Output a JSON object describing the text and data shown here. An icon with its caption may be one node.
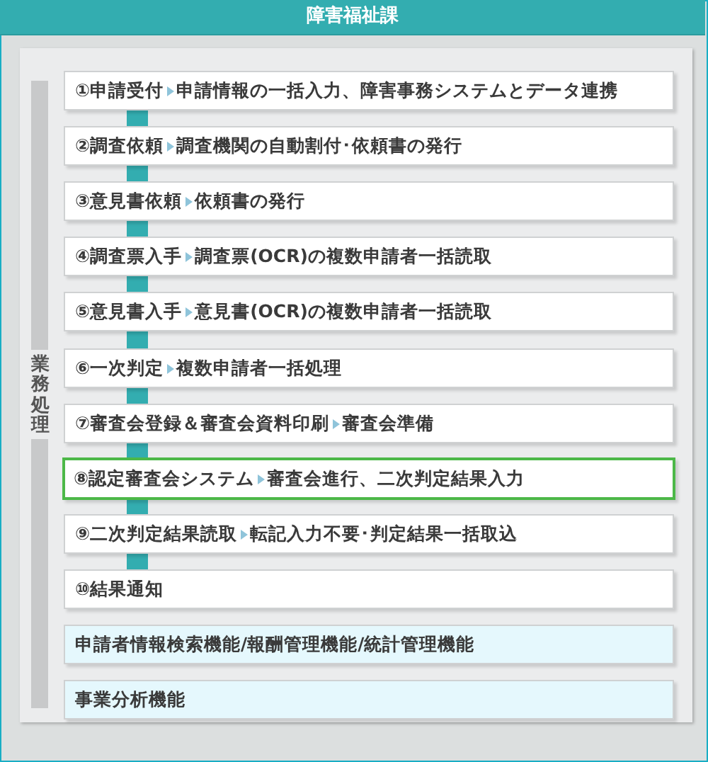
{
  "diagram": {
    "title": "障害福祉課",
    "nodes": [
      {
        "text": [
          "①申請受付",
          "申請情報の一括入力、障害事務システムとデータ連携"
        ]
      },
      {
        "text": [
          "②調査依頼",
          "調査機関の自動割付･依頼書の発行"
        ]
      },
      {
        "text": [
          "③意見書依頼",
          "依頼書の発行"
        ]
      },
      {
        "text": [
          "④調査票入手",
          "調査票(OCR)の複数申請者一括読取"
        ]
      },
      {
        "text": [
          "⑤意見書入手",
          "意見書(OCR)の複数申請者一括読取"
        ]
      },
      {
        "text": [
          "⑥一次判定",
          "複数申請者一括処理"
        ]
      },
      {
        "text": [
          "⑦審査会登録＆審査会資料印刷",
          "審査会準備"
        ]
      },
      {
        "text": [
          "⑧認定審査会システム",
          "審査会進行、二次判定結果入力"
        ]
      },
      {
        "text": [
          "⑨二次判定結果読取",
          "転記入力不要･判定結果一括取込"
        ]
      },
      {
        "text": [
          "⑩結果通知"
        ]
      },
      {
        "text": [
          "申請者情報検索機能/報酬管理機能/統計管理機能"
        ]
      },
      {
        "text": [
          "事業分析機能"
        ]
      }
    ],
    "edges": [
      {
        "from": 0,
        "to": 1,
        "arrow": "none"
      },
      {
        "from": 1,
        "to": 2,
        "arrow": "none"
      },
      {
        "from": 2,
        "to": 3,
        "arrow": "none"
      },
      {
        "from": 3,
        "to": 4,
        "arrow": "none"
      },
      {
        "from": 4,
        "to": 5,
        "arrow": "none"
      },
      {
        "from": 5,
        "to": 6,
        "arrow": "none"
      },
      {
        "from": 6,
        "to": 7,
        "arrow": "none"
      },
      {
        "from": 7,
        "to": 8,
        "arrow": "none"
      },
      {
        "from": 8,
        "to": 9,
        "arrow": "none"
      }
    ],
    "labels": [
      "業務処理"
    ]
  }
}
